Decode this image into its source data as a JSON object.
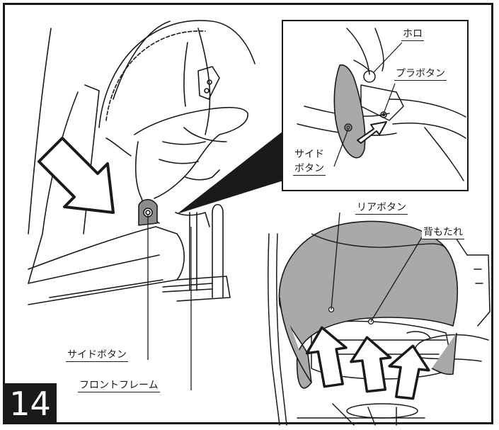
{
  "step": {
    "number": "14"
  },
  "labels": {
    "side_button_main": "サイドボタン",
    "front_frame": "フロントフレーム",
    "hood": "ホロ",
    "plastic_button": "プラボタン",
    "side_button_inset_line1": "サイド",
    "side_button_inset_line2": "ボタン",
    "rear_button": "リアボタン",
    "backrest": "背もたれ"
  },
  "colors": {
    "ink": "#1a1a1a",
    "fabric_gray": "#a9a9a9",
    "button_gray": "#8c8c8c"
  },
  "icons": [
    "press-arrow-icon",
    "push-up-arrow-icon"
  ]
}
